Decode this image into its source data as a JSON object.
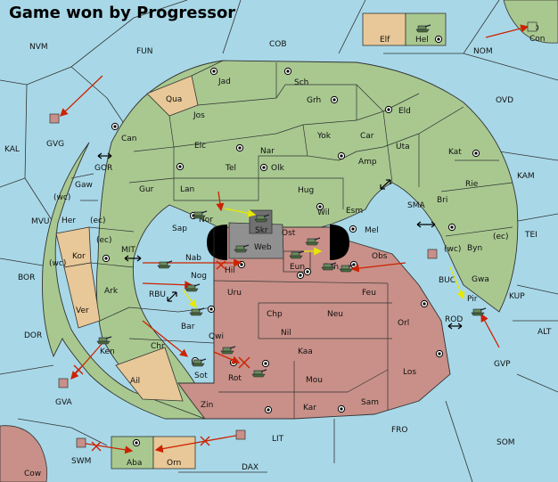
{
  "title": "Game won by Progressor",
  "colors": {
    "sea": "#a8d8e8",
    "green": "#a8c890",
    "tan": "#e8c898",
    "red": "#c89088",
    "gray": "#909090",
    "dark_gray": "#707070",
    "border": "#333333",
    "move_arrow": "#cc2200",
    "support_arrow": "#e8e800"
  },
  "sea_labels": [
    "NVM",
    "FUN",
    "COB",
    "NOM",
    "Con",
    "KAL",
    "OVD",
    "GVG",
    "GOR",
    "KAM",
    "MVU",
    "MIT",
    "SMA",
    "TEI",
    "BOR",
    "RBU",
    "BUC",
    "KUP",
    "DOR",
    "ROD",
    "ALT",
    "GVP",
    "GVA",
    "FRO",
    "LIT",
    "SOM",
    "SWM",
    "DAX",
    "Cow"
  ],
  "land_labels": [
    "Elf",
    "Hel",
    "Jad",
    "Sch",
    "Qua",
    "Jos",
    "Grh",
    "Can",
    "Eld",
    "Yok",
    "Car",
    "Elc",
    "Nar",
    "Uta",
    "Kat",
    "Amp",
    "Tel",
    "Olk",
    "Gaw",
    "Gur",
    "Lan",
    "Hug",
    "Rie",
    "Bri",
    "Esm",
    "Wil",
    "Skr",
    "Nor",
    "Sap",
    "Her",
    "Ost",
    "Mel",
    "Web",
    "Byn",
    "Kor",
    "Nab",
    "Eun",
    "Sun",
    "Obs",
    "Hil",
    "Gwa",
    "Ark",
    "Nog",
    "Uru",
    "Feu",
    "Pir",
    "Ver",
    "Chp",
    "Neu",
    "Orl",
    "Bar",
    "Qwi",
    "Nil",
    "Ken",
    "Chr",
    "Kaa",
    "Sot",
    "Rot",
    "Ail",
    "Mou",
    "Los",
    "Sam",
    "Zin",
    "Kar",
    "Aba",
    "Orn"
  ],
  "coast_tags": [
    "(wc)",
    "(ec)",
    "(ec)",
    "(wc)",
    "(wc)",
    "(ec)"
  ]
}
